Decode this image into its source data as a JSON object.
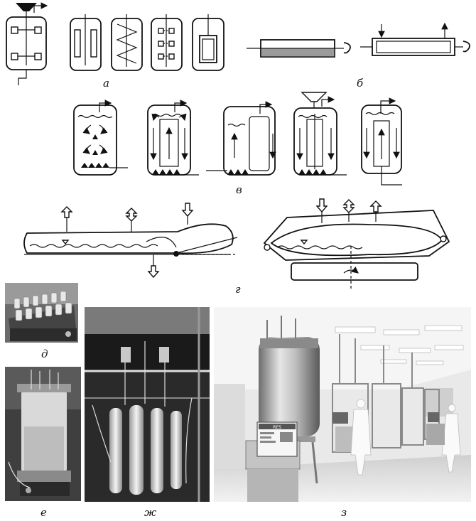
{
  "panel_labels": {
    "a": "а",
    "b": "б",
    "v": "в",
    "g": "г",
    "d": "д",
    "e": "е",
    "zh": "ж",
    "z": "з"
  },
  "photo_panel": {
    "screen_text": "RES"
  },
  "icons": [
    "stirred-tank-reactor",
    "membrane-reactor",
    "airlift-reactor",
    "wave-bag-reactor",
    "shaker-flasks-photo",
    "glass-bioreactor-photo",
    "column-photobioreactor-photo",
    "cleanroom-production-photo"
  ]
}
